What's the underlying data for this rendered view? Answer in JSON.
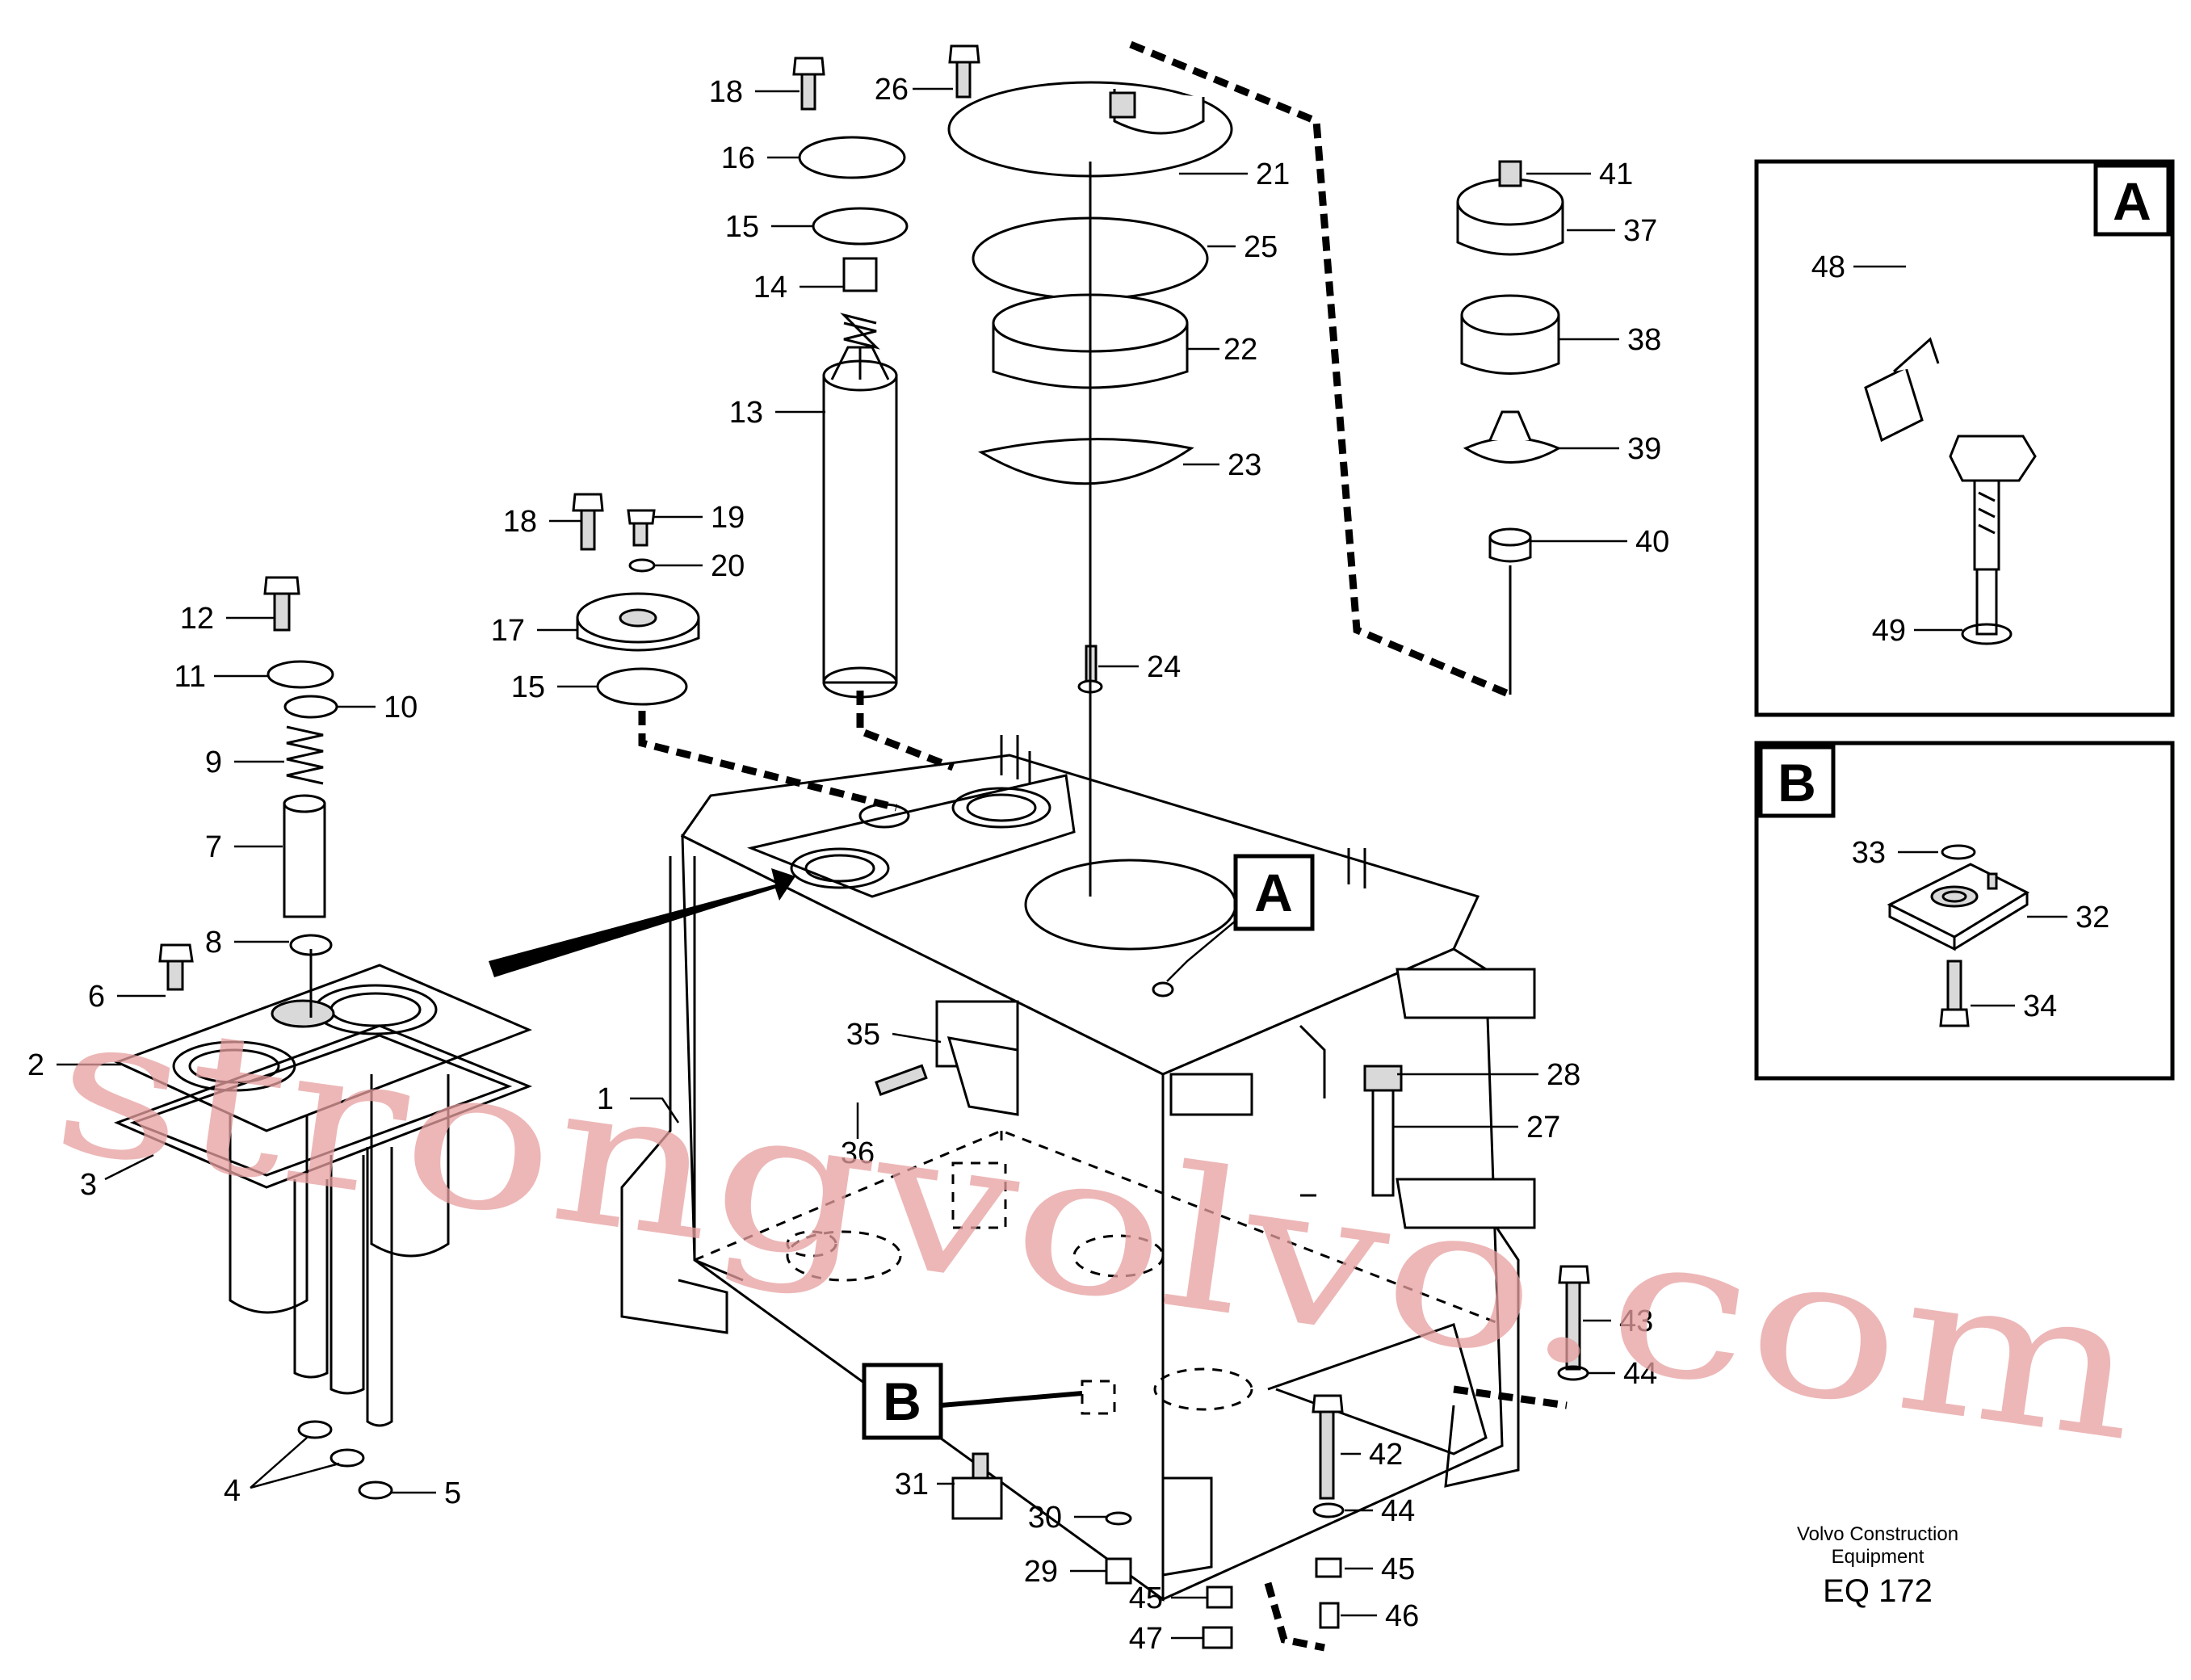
{
  "callouts": [
    "1",
    "2",
    "3",
    "4",
    "5",
    "6",
    "7",
    "8",
    "9",
    "10",
    "11",
    "12",
    "13",
    "14",
    "15",
    "15",
    "16",
    "17",
    "18",
    "18",
    "19",
    "20",
    "21",
    "22",
    "23",
    "24",
    "25",
    "26",
    "27",
    "28",
    "29",
    "30",
    "31",
    "32",
    "33",
    "34",
    "35",
    "36",
    "37",
    "38",
    "39",
    "40",
    "41",
    "42",
    "43",
    "44",
    "44",
    "45",
    "45",
    "46",
    "47",
    "48",
    "49"
  ],
  "detail_labels": {
    "panel_a": "A",
    "panel_b": "B",
    "ref_a": "A",
    "ref_b": "B"
  },
  "watermark": "strongvolvo.com",
  "footer": {
    "line1": "Volvo Construction",
    "line2": "Equipment",
    "code": "EQ 172"
  }
}
